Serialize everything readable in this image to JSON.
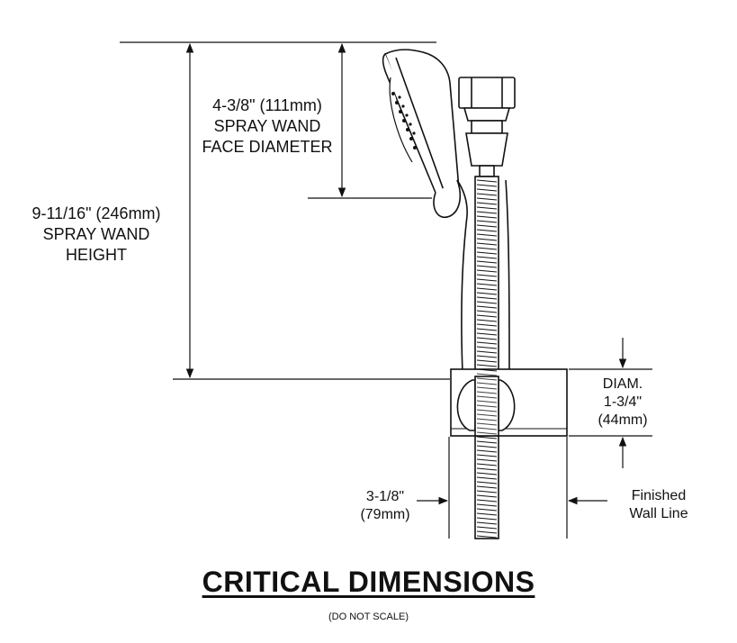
{
  "labels": {
    "face_diameter": {
      "value": "4-3/8\" (111mm)",
      "line1": "SPRAY WAND",
      "line2": "FACE DIAMETER"
    },
    "height": {
      "value": "9-11/16\" (246mm)",
      "line1": "SPRAY WAND",
      "line2": "HEIGHT"
    },
    "diam": {
      "line1": "DIAM.",
      "line2": "1-3/4\"",
      "line3": "(44mm)"
    },
    "depth": {
      "line1": "3-1/8\"",
      "line2": "(79mm)"
    },
    "wall": {
      "line1": "Finished",
      "line2": "Wall Line"
    }
  },
  "title": "CRITICAL DIMENSIONS",
  "subtitle": "(DO NOT SCALE)",
  "colors": {
    "ink": "#111111",
    "background": "#ffffff"
  }
}
